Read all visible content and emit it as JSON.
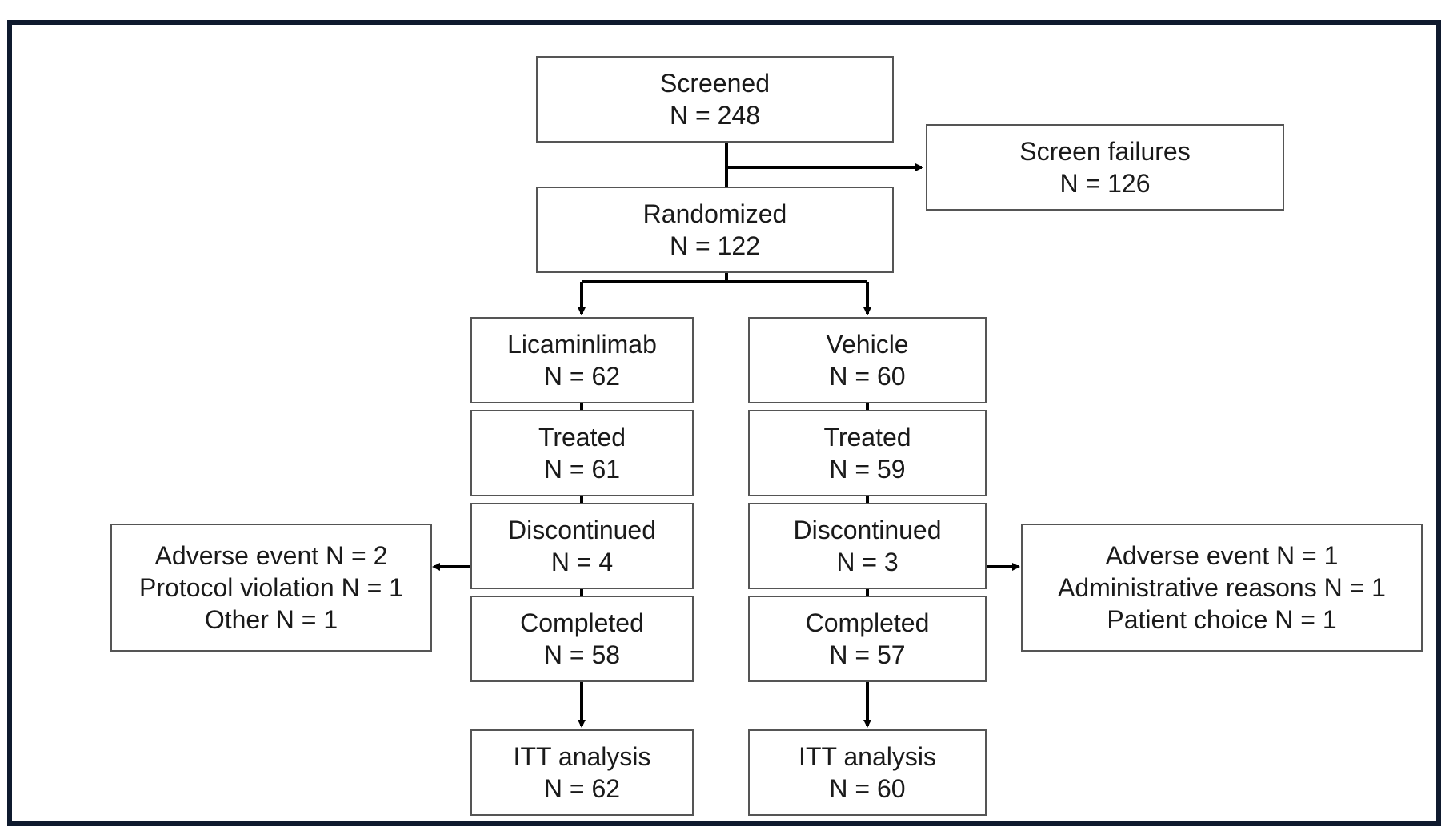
{
  "boxes": {
    "screened": {
      "title": "Screened",
      "count": "N = 248"
    },
    "screen_failures": {
      "title": "Screen failures",
      "count": "N = 126"
    },
    "randomized": {
      "title": "Randomized",
      "count": "N = 122"
    },
    "licaminlimab": {
      "title": "Licaminlimab",
      "count": "N = 62"
    },
    "vehicle": {
      "title": "Vehicle",
      "count": "N = 60"
    },
    "treated_left": {
      "title": "Treated",
      "count": "N = 61"
    },
    "treated_right": {
      "title": "Treated",
      "count": "N = 59"
    },
    "discontinued_left": {
      "title": "Discontinued",
      "count": "N = 4"
    },
    "discontinued_right": {
      "title": "Discontinued",
      "count": "N = 3"
    },
    "completed_left": {
      "title": "Completed",
      "count": "N = 58"
    },
    "completed_right": {
      "title": "Completed",
      "count": "N = 57"
    },
    "itt_left": {
      "title": "ITT analysis",
      "count": "N = 62"
    },
    "itt_right": {
      "title": "ITT analysis",
      "count": "N = 60"
    },
    "reasons_left": {
      "lines": [
        "Adverse event N = 2",
        "Protocol violation N = 1",
        "Other N = 1"
      ]
    },
    "reasons_right": {
      "lines": [
        "Adverse event N = 1",
        "Administrative reasons N = 1",
        "Patient choice N = 1"
      ]
    }
  },
  "colors": {
    "frame_border": "#0f1a2e",
    "box_border": "#555555",
    "arrow": "#000000"
  }
}
